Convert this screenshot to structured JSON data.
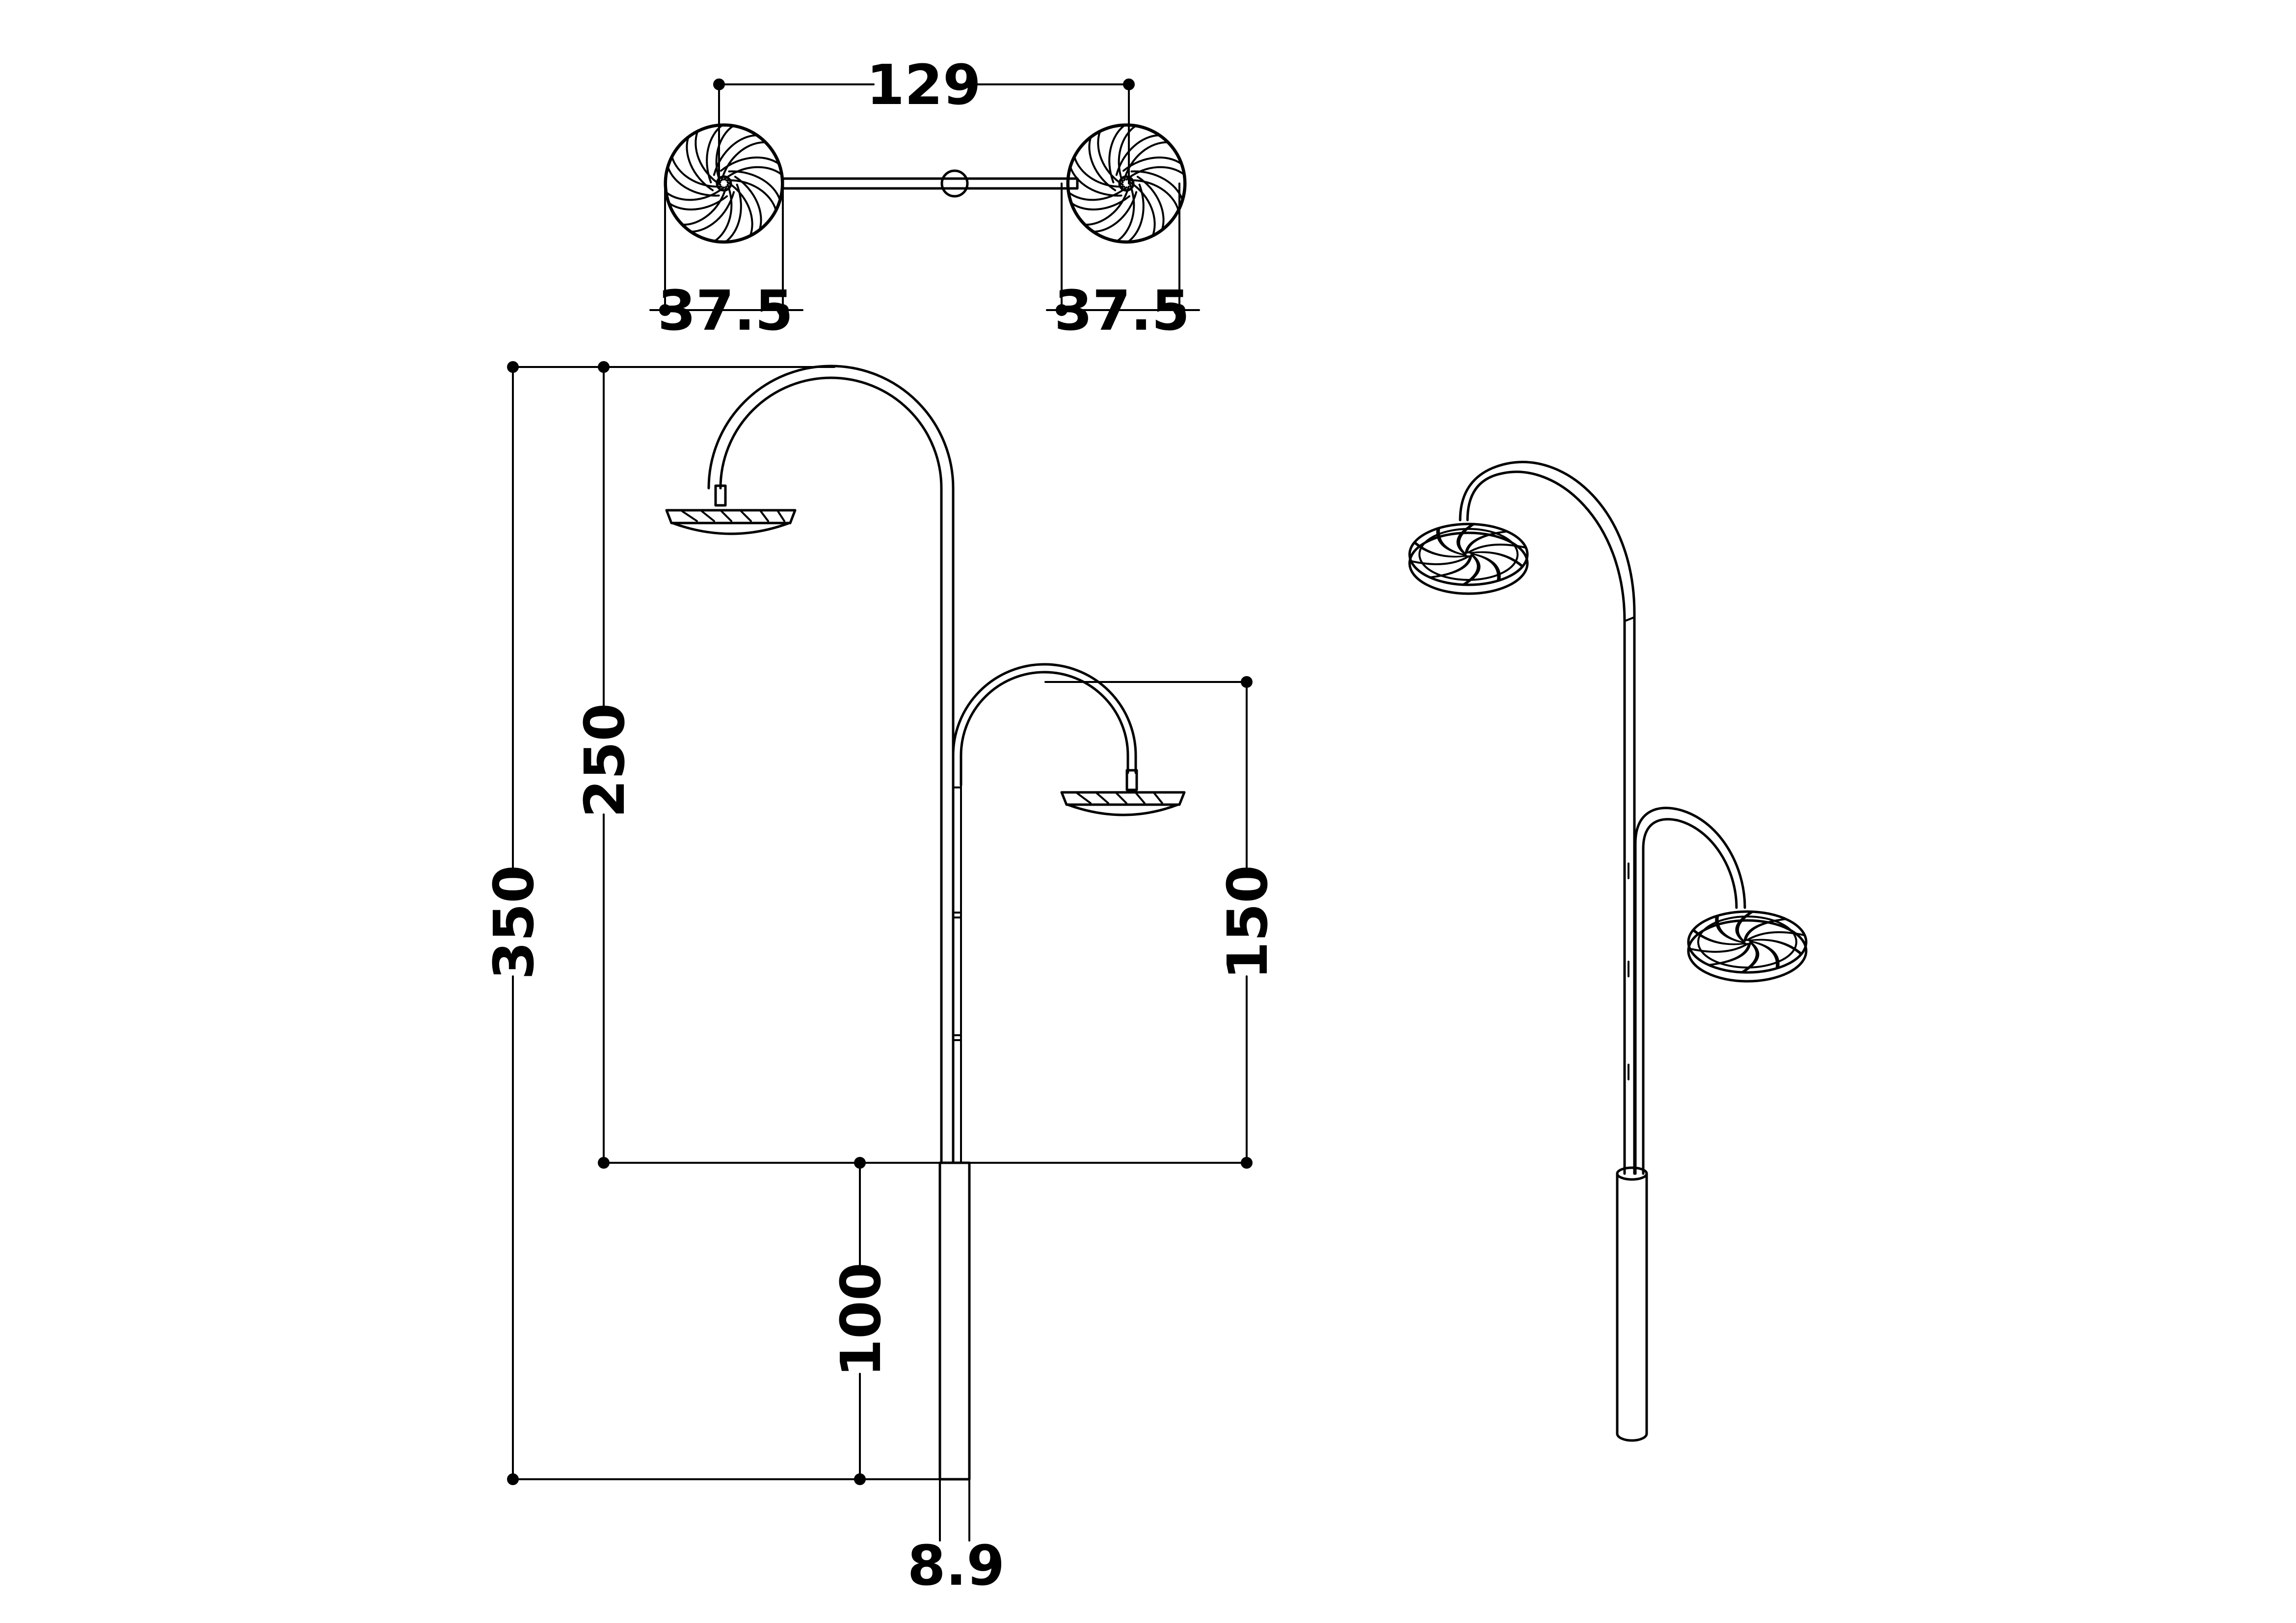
{
  "drawing": {
    "title": "",
    "line_color": "#000000",
    "background": "#ffffff"
  },
  "dimensions": {
    "top_width": "129",
    "left_head_diameter": "37.5",
    "right_head_diameter": "37.5",
    "total_height": "350",
    "upper_arm_height": "250",
    "lower_arm_height": "150",
    "base_height": "100",
    "pole_diameter": "8.9"
  }
}
